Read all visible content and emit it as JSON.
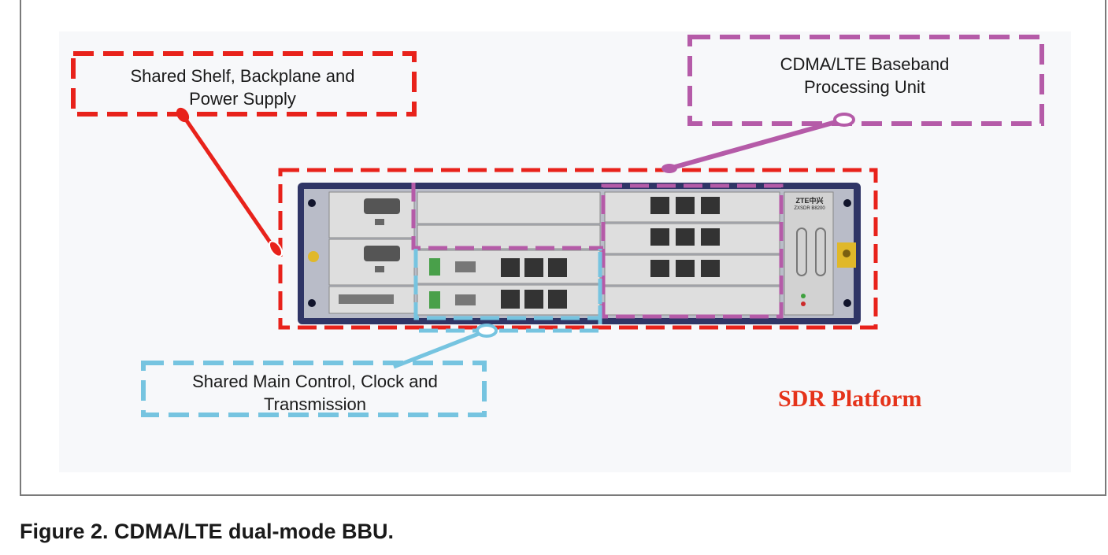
{
  "labels": {
    "shelf": {
      "line1": "Shared Shelf, Backplane and",
      "line2": "Power Supply"
    },
    "baseband": {
      "line1": "CDMA/LTE Baseband",
      "line2": "Processing Unit"
    },
    "main_control": {
      "line1": "Shared Main Control, Clock and",
      "line2": "Transmission"
    },
    "platform": "SDR Platform"
  },
  "device": {
    "brand": "ZTE中兴",
    "model": "ZXSDR B8200"
  },
  "caption": "Figure 2. CDMA/LTE dual-mode BBU.",
  "colors": {
    "shelf_red": "#e8221b",
    "baseband_purple": "#b55ba8",
    "main_control_blue": "#76c4e0",
    "platform_text": "#e5331a",
    "chassis": "#2f3566",
    "card": "#dcdcdc"
  }
}
